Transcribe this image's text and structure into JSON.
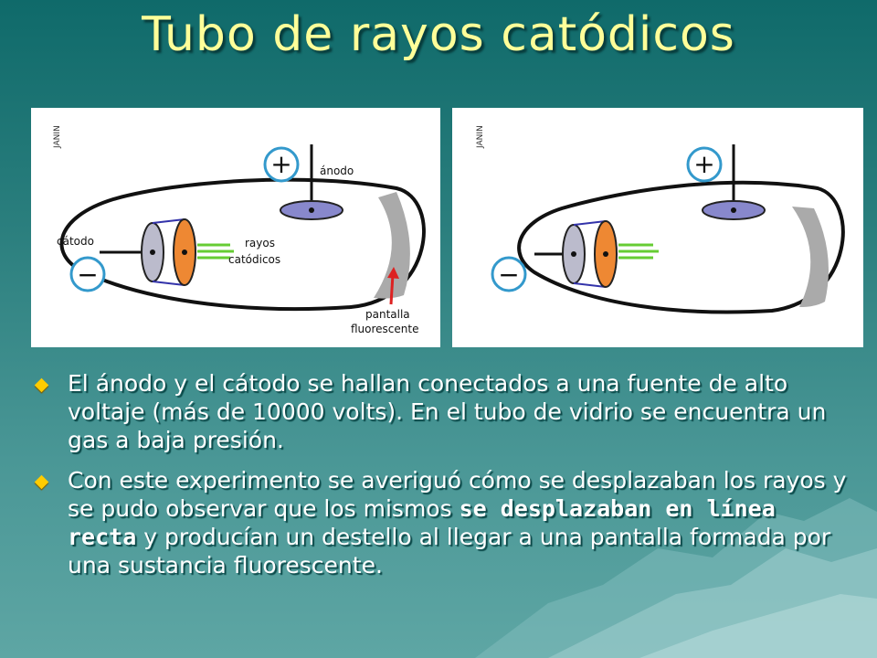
{
  "slide": {
    "title": "Tubo de rayos catódicos"
  },
  "figure_left": {
    "watermark": "JANIN",
    "label_anode": "ánodo",
    "label_cathode": "cátodo",
    "label_rays_1": "rayos",
    "label_rays_2": "catódicos",
    "label_screen_1": "pantalla",
    "label_screen_2": "fluorescente",
    "plus_symbol": "+",
    "minus_symbol": "−"
  },
  "figure_right": {
    "watermark": "JANIN",
    "plus_symbol": "+",
    "minus_symbol": "−"
  },
  "bullets": [
    {
      "text": "El ánodo y el cátodo se hallan conectados a una fuente de alto voltaje (más de 10000 volts). En el tubo de vidrio se encuentra un gas a baja presión."
    },
    {
      "text_before": "Con este experimento se averiguó cómo se desplazaban los rayos y se pudo observar que los mismos ",
      "text_bold": "se desplazaban en línea recta",
      "text_after": " y producían un destello al llegar a una pantalla formada por una sustancia fluorescente."
    }
  ],
  "colors": {
    "title": "#ffff99",
    "bullet_marker": "#ffcc00",
    "anode_plate": "#8888cc",
    "cathode_disc_orange": "#ee8833",
    "cathode_disc_gray": "#bbbbcc",
    "screen_gray": "#aaaaaa",
    "rays_green": "#66cc33",
    "arrow_red": "#dd2222",
    "terminal_blue": "#3399cc"
  }
}
